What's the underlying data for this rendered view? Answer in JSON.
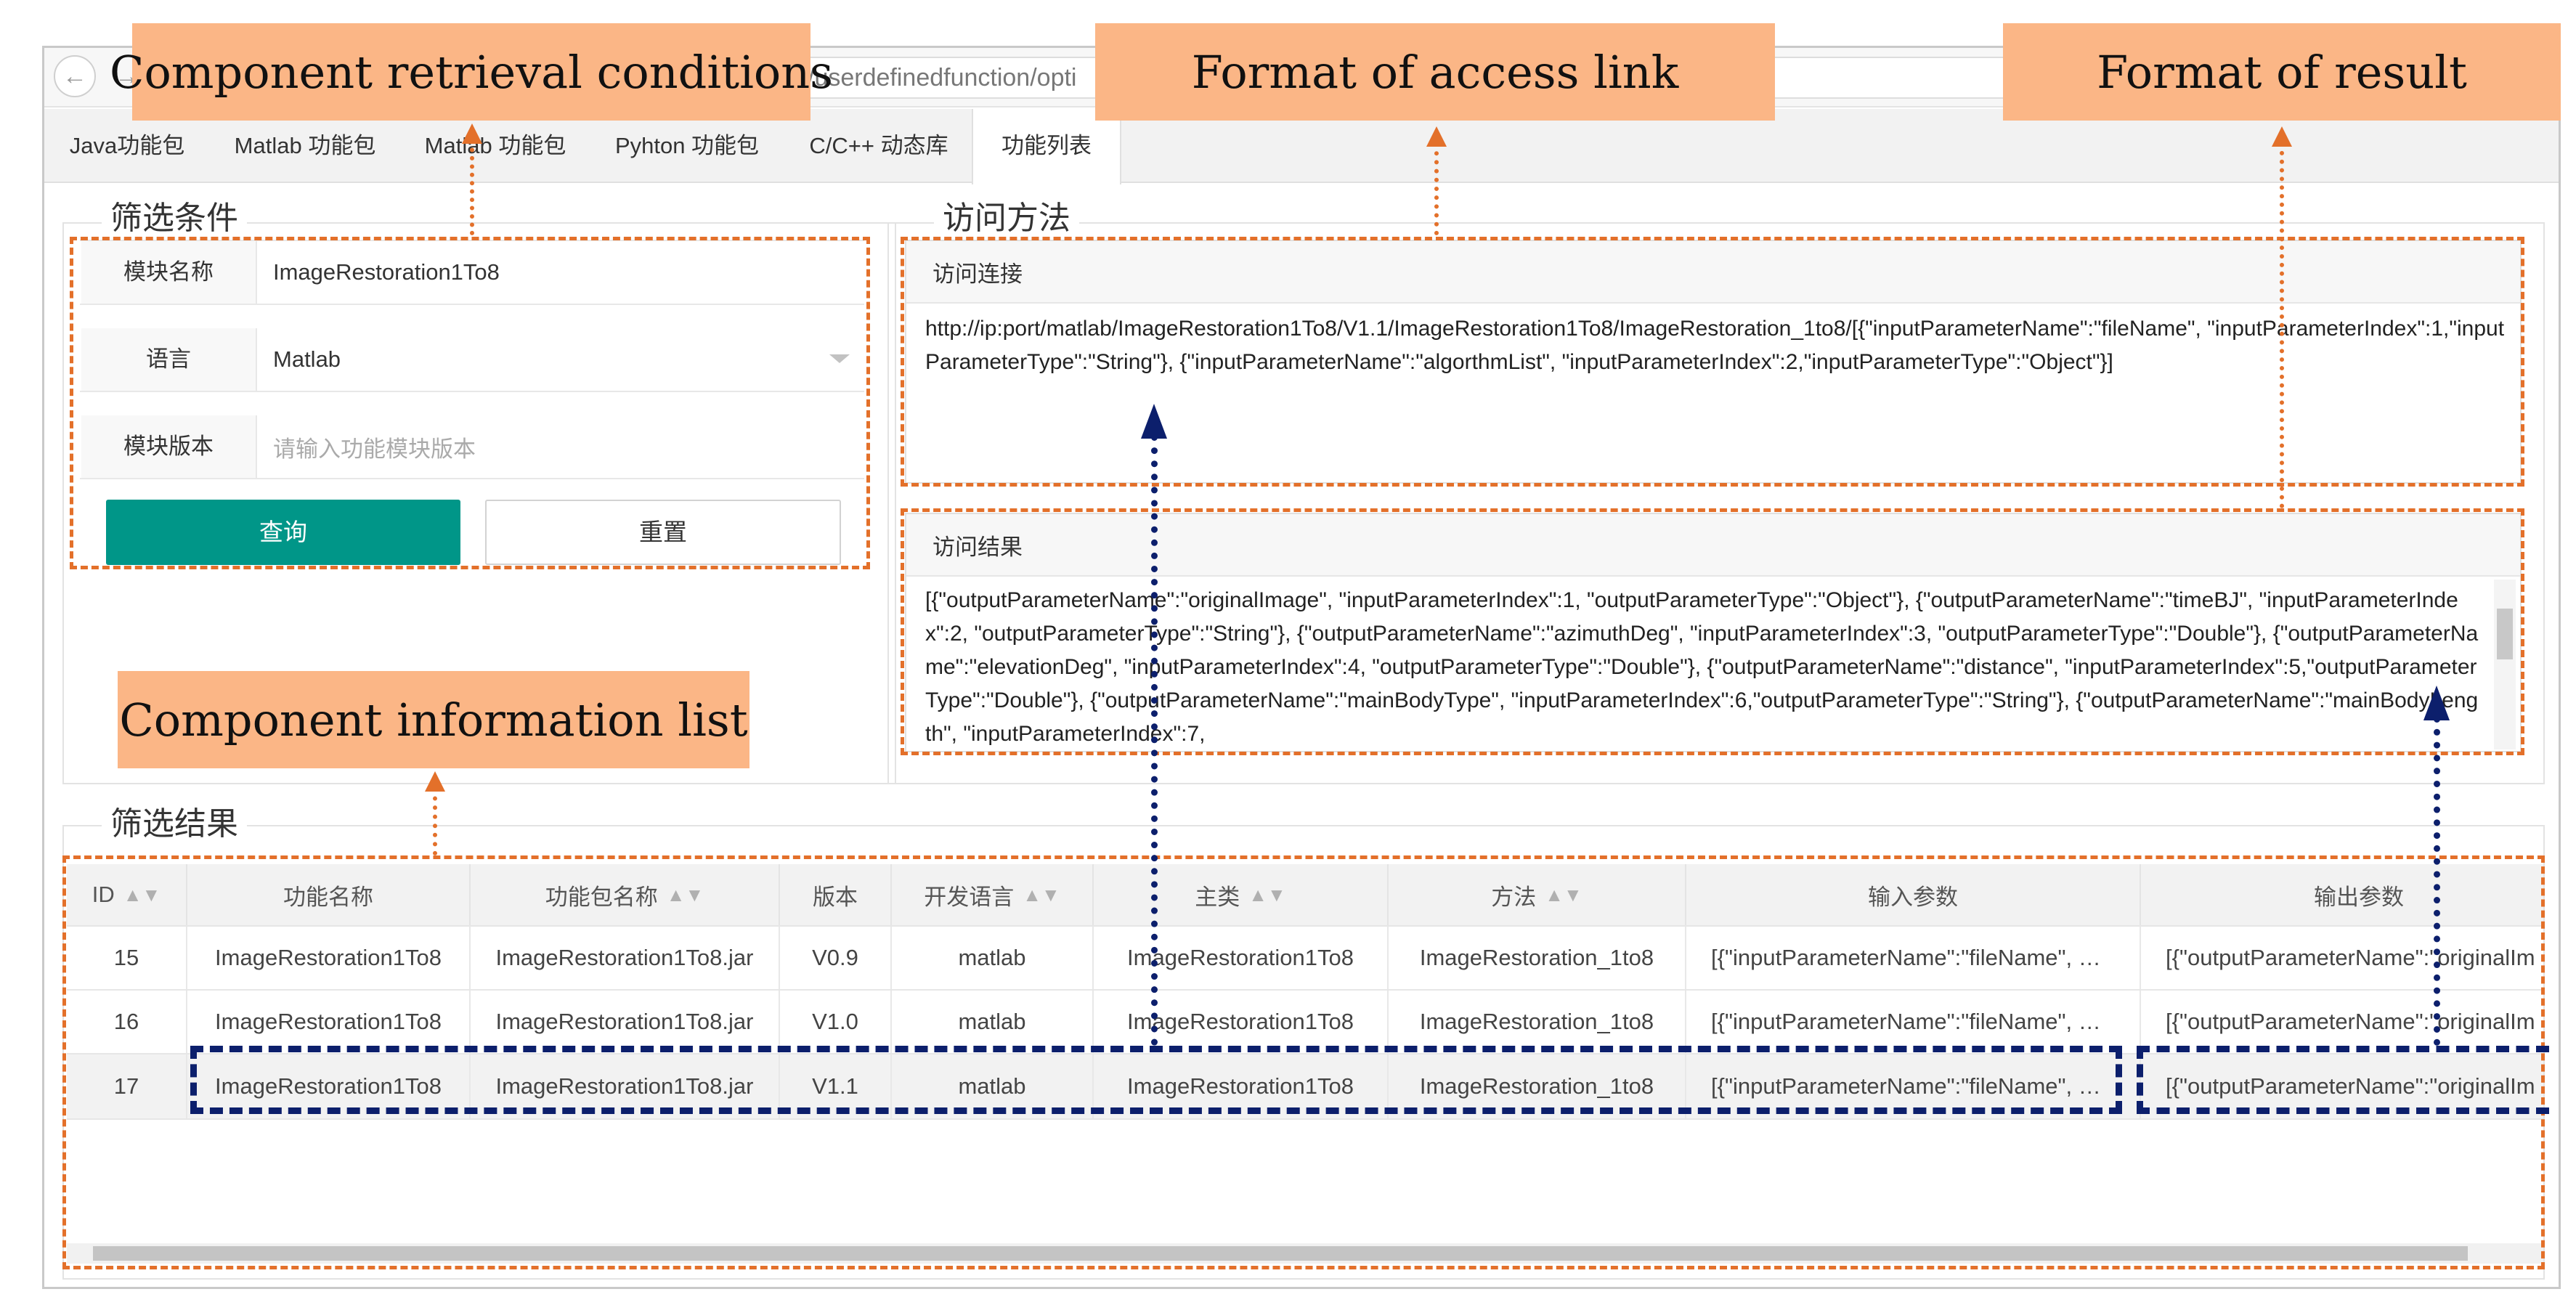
{
  "browser": {
    "address": "/userdefinedfunction/opti"
  },
  "tabs": [
    {
      "label": "Java功能包"
    },
    {
      "label": "Matlab 功能包"
    },
    {
      "label": "Matlab 功能包"
    },
    {
      "label": "Pyhton 功能包"
    },
    {
      "label": "C/C++ 动态库"
    },
    {
      "label": "功能列表"
    }
  ],
  "filter": {
    "legend": "筛选条件",
    "module_name_label": "模块名称",
    "module_name_value": "ImageRestoration1To8",
    "language_label": "语言",
    "language_value": "Matlab",
    "version_label": "模块版本",
    "version_placeholder": "请输入功能模块版本",
    "query_label": "查询",
    "reset_label": "重置"
  },
  "access": {
    "legend": "访问方法",
    "link_title": "访问连接",
    "link_text": "http://ip:port/matlab/ImageRestoration1To8/V1.1/ImageRestoration1To8/ImageRestoration_1to8/[{\"inputParameterName\":\"fileName\", \"inputParameterIndex\":1,\"inputParameterType\":\"String\"}, {\"inputParameterName\":\"algorthmList\", \"inputParameterIndex\":2,\"inputParameterType\":\"Object\"}]",
    "result_title": "访问结果",
    "result_text": "[{\"outputParameterName\":\"originalImage\",  \"inputParameterIndex\":1, \"outputParameterType\":\"Object\"}, {\"outputParameterName\":\"timeBJ\", \"inputParameterIndex\":2,  \"outputParameterType\":\"String\"}, {\"outputParameterName\":\"azimuthDeg\", \"inputParameterIndex\":3, \"outputParameterType\":\"Double\"}, {\"outputParameterName\":\"elevationDeg\", \"inputParameterIndex\":4, \"outputParameterType\":\"Double\"}, {\"outputParameterName\":\"distance\",  \"inputParameterIndex\":5,\"outputParameterType\":\"Double\"}, {\"outputParameterName\":\"mainBodyType\", \"inputParameterIndex\":6,\"outputParameterType\":\"String\"}, {\"outputParameterName\":\"mainBodyLength\", \"inputParameterIndex\":7,"
  },
  "results": {
    "legend": "筛选结果",
    "columns": [
      "ID",
      "功能名称",
      "功能包名称",
      "版本",
      "开发语言",
      "主类",
      "方法",
      "输入参数",
      "输出参数"
    ],
    "rows": [
      [
        "15",
        "ImageRestoration1To8",
        "ImageRestoration1To8.jar",
        "V0.9",
        "matlab",
        "ImageRestoration1To8",
        "ImageRestoration_1to8",
        "[{\"inputParameterName\":\"fileName\", …",
        "[{\"outputParameterName\":\"originalIm"
      ],
      [
        "16",
        "ImageRestoration1To8",
        "ImageRestoration1To8.jar",
        "V1.0",
        "matlab",
        "ImageRestoration1To8",
        "ImageRestoration_1to8",
        "[{\"inputParameterName\":\"fileName\", …",
        "[{\"outputParameterName\":\"originalIm"
      ],
      [
        "17",
        "ImageRestoration1To8",
        "ImageRestoration1To8.jar",
        "V1.1",
        "matlab",
        "ImageRestoration1To8",
        "ImageRestoration_1to8",
        "[{\"inputParameterName\":\"fileName\", …",
        "[{\"outputParameterName\":\"originalIm"
      ]
    ]
  },
  "annotations": {
    "retrieval": "Component retrieval conditions",
    "access_link": "Format of access link",
    "result": "Format of result",
    "info_list": "Component information list"
  },
  "colors": {
    "primary_button": "#009688",
    "callout_bg": "#fbb686",
    "orange_dash": "#e3702a",
    "navy_dash": "#0c1f6c"
  }
}
